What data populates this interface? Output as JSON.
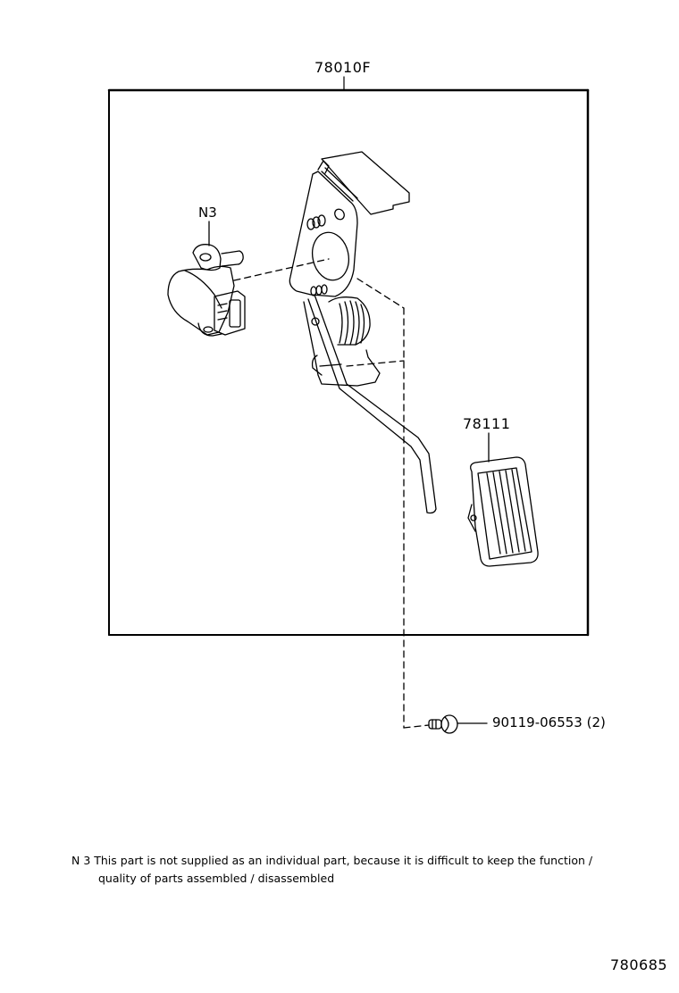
{
  "diagram": {
    "assembly_part_number": "78010F",
    "callouts": {
      "sensor_note_ref": "N3",
      "pedal_pad": "78111",
      "bolt": "90119-06553 (2)"
    },
    "note": {
      "line1": "N 3 This part is not supplied as an individual part, because it is difficult to keep the function /",
      "line2": "quality of parts assembled / disassembled"
    },
    "illustration_number": "780685"
  }
}
